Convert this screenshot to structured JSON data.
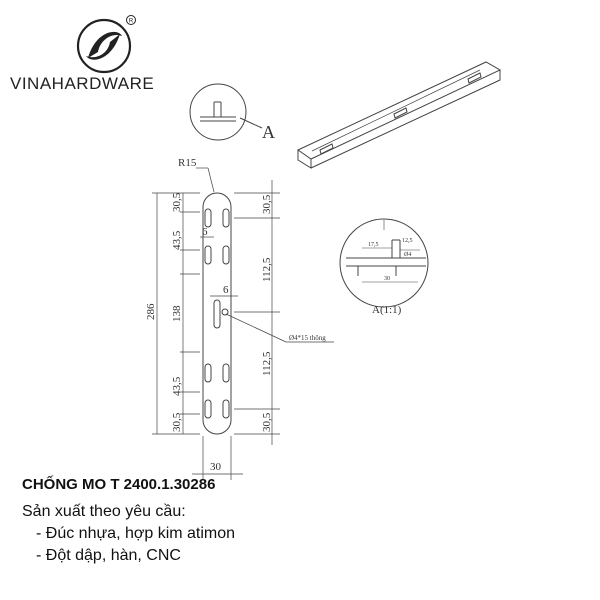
{
  "brand": {
    "name": "VINAHARDWARE",
    "registered": "R"
  },
  "drawing": {
    "detail_label": "A",
    "detail_scale": "A(1:1)",
    "radius": "R15",
    "dim_286": "286",
    "dim_30_5": "30,5",
    "dim_43_5": "43,5",
    "dim_6": "6",
    "dim_138": "138",
    "dim_112_5": "112,5",
    "dim_30": "30",
    "hole_note": "Ø4*15 thông",
    "detail_dims": [
      "17,5",
      "12,5",
      "Ø4",
      "30"
    ]
  },
  "footer": {
    "title": "CHỐNG MO T 2400.1.30286",
    "intro": "Sản xuất theo yêu cầu:",
    "items": [
      "- Đúc nhựa, hợp kim atimon",
      "- Đột dập, hàn, CNC"
    ]
  }
}
